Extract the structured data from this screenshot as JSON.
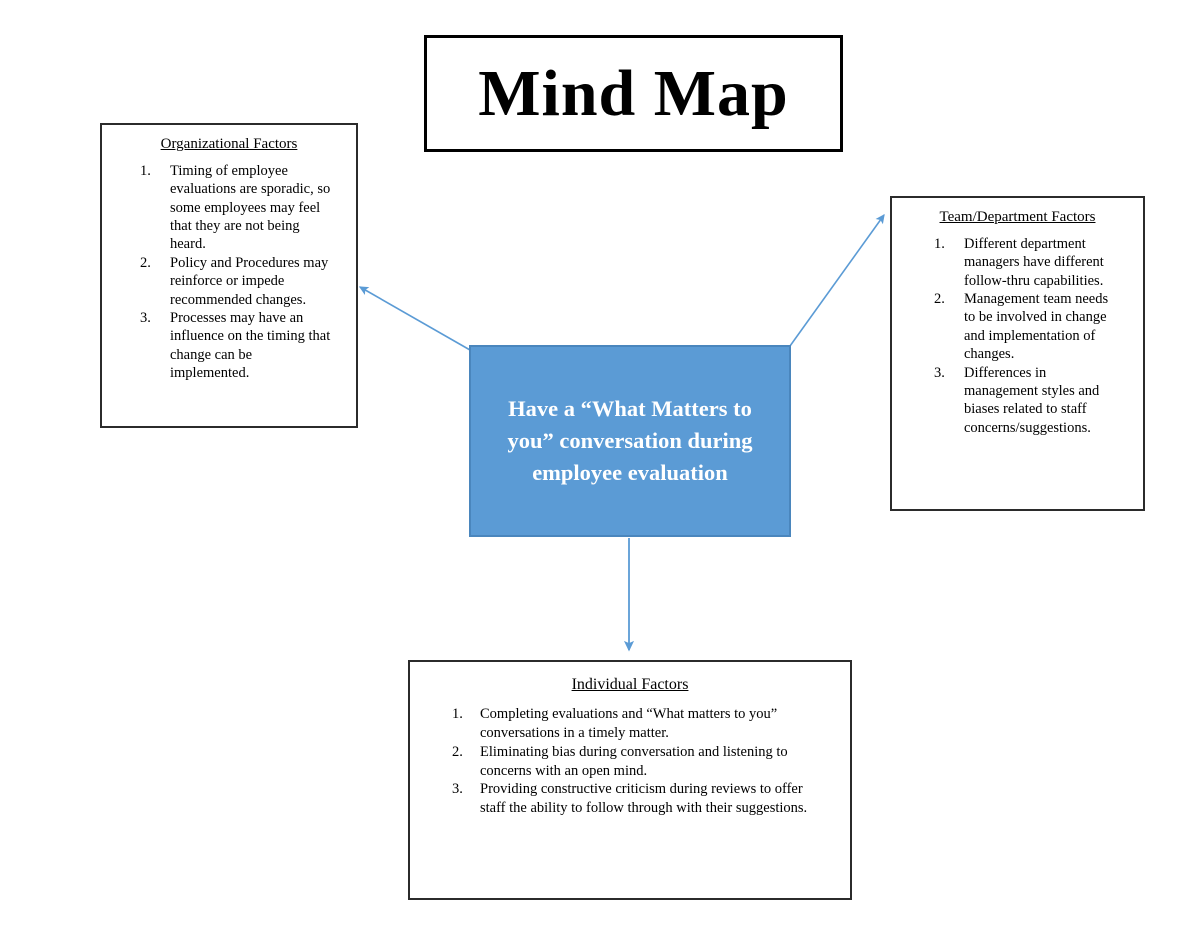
{
  "title": {
    "text": "Mind Map"
  },
  "center": {
    "label": "Have a “What Matters to you” conversation during employee evaluation",
    "fill_color": "#5B9BD5",
    "text_color": "#FFFFFF"
  },
  "boxes": {
    "organizational": {
      "heading": "Organizational Factors",
      "items": [
        {
          "number": "1.",
          "text": "Timing of employee evaluations are sporadic, so some employees may feel that they are not being heard."
        },
        {
          "number": "2.",
          "text": "Policy and Procedures may reinforce or impede recommended changes."
        },
        {
          "number": "3.",
          "text": "Processes may have an influence on the timing that change can be implemented."
        }
      ]
    },
    "team": {
      "heading": "Team/Department Factors",
      "items": [
        {
          "number": "1.",
          "text": "Different department managers have different follow-thru capabilities."
        },
        {
          "number": "2.",
          "text": "Management team needs to be involved in change and implementation of changes."
        },
        {
          "number": "3.",
          "text": "Differences in management styles and biases related to staff concerns/suggestions."
        }
      ]
    },
    "individual": {
      "heading": "Individual Factors",
      "items": [
        {
          "number": "1.",
          "text": "Completing evaluations and “What matters to you” conversations in a timely matter."
        },
        {
          "number": "2.",
          "text": "Eliminating bias during conversation and listening to concerns with an open mind."
        },
        {
          "number": "3.",
          "text": "Providing constructive criticism during reviews to offer staff the ability to follow through with their suggestions."
        }
      ]
    }
  },
  "connectors": {
    "stroke_color": "#5B9BD5",
    "arrows": [
      {
        "name": "arrow-to-organizational",
        "from": "center",
        "to": "organizational"
      },
      {
        "name": "arrow-to-team",
        "from": "center",
        "to": "team"
      },
      {
        "name": "arrow-to-individual",
        "from": "center",
        "to": "individual"
      }
    ]
  }
}
